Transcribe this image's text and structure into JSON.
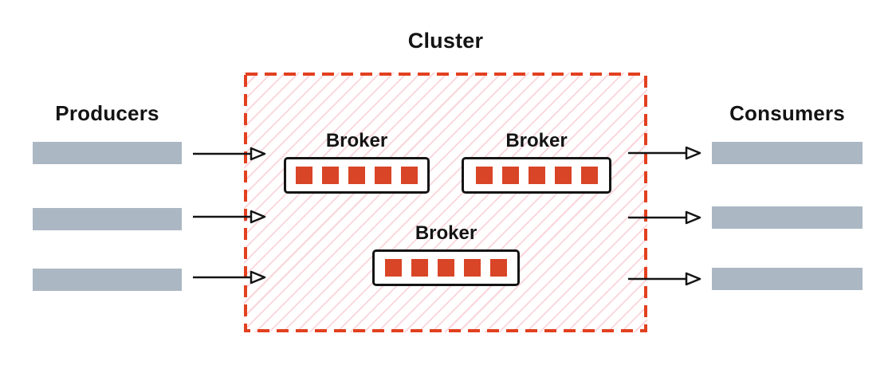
{
  "diagram": {
    "cluster": {
      "label": "Cluster",
      "border_color": "#e2401f",
      "hatch_color": "#ed697d"
    },
    "producers": {
      "label": "Producers",
      "instance_count": 3,
      "bar_color": "#abb7c3"
    },
    "consumers": {
      "label": "Consumers",
      "instance_count": 3,
      "bar_color": "#abb7c3"
    },
    "brokers": [
      {
        "label": "Broker",
        "partition_count": 5
      },
      {
        "label": "Broker",
        "partition_count": 5
      },
      {
        "label": "Broker",
        "partition_count": 5
      }
    ],
    "partition_color": "#d94527",
    "arrows": {
      "producers_to_cluster": 3,
      "cluster_to_consumers": 3
    }
  }
}
